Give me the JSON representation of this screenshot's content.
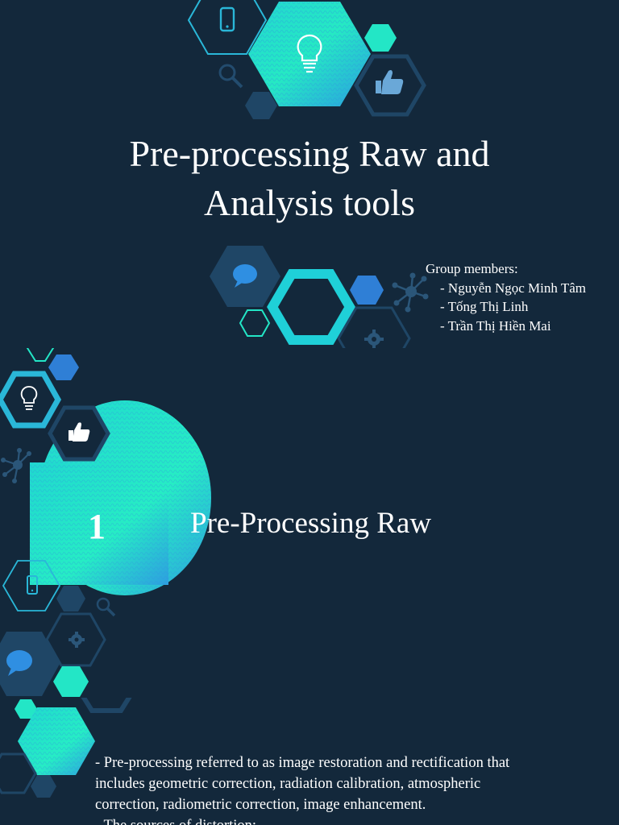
{
  "slide1": {
    "title_lines": [
      "Pre-processing Raw and",
      "Analysis tools"
    ],
    "members_heading": "Group members:",
    "members": [
      "- Nguyễn Ngọc Minh Tâm",
      "- Tống Thị Linh",
      "- Trần Thị Hiền Mai"
    ],
    "icons": [
      "phone-icon",
      "lightbulb-icon",
      "magnifier-icon",
      "thumbs-up-icon",
      "chat-bubble-icon",
      "network-icon",
      "gear-icon"
    ]
  },
  "slide2": {
    "section_number": "1",
    "section_title": "Pre-Processing Raw",
    "icons": [
      "lightbulb-icon",
      "thumbs-up-icon",
      "network-icon",
      "phone-icon",
      "magnifier-icon",
      "gear-icon",
      "chat-bubble-icon"
    ]
  },
  "slide3": {
    "body_lines": [
      "- Pre-processing referred to as image restoration and rectification that",
      "includes geometric correction, radiation calibration, atmospheric",
      "correction, radiometric correction, image enhancement.",
      "- The sources of distortion:"
    ]
  },
  "colors": {
    "background": "#13283b",
    "teal": "#23e6c6",
    "blue": "#2f7fd6",
    "navy_hex": "#1f4666",
    "outline": "#2ab7d8"
  }
}
